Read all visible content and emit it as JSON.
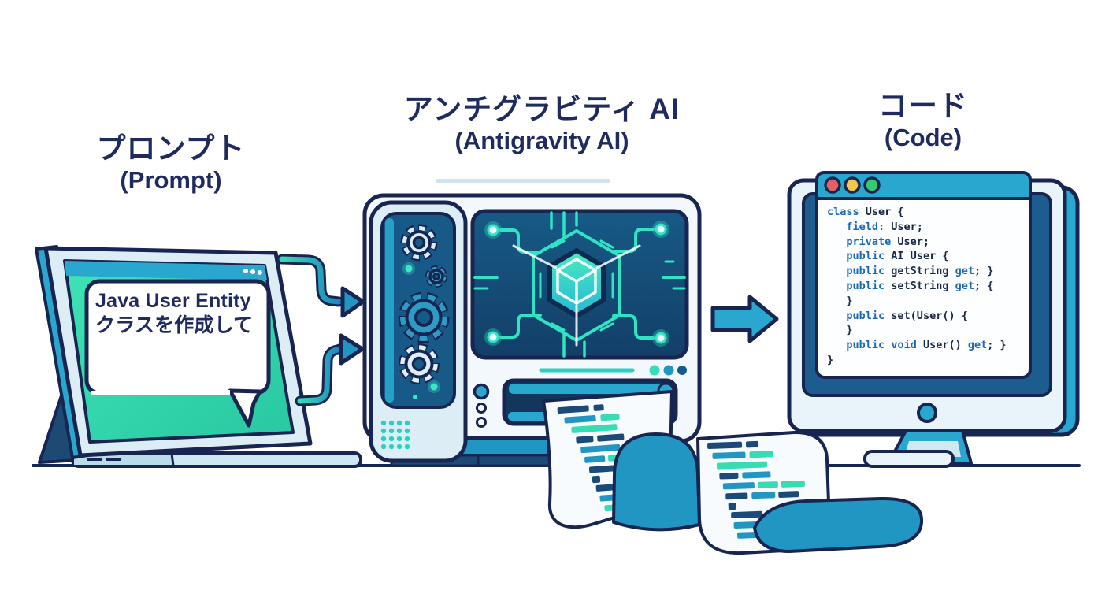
{
  "titles": {
    "prompt": {
      "ja": "プロンプト",
      "en": "(Prompt)"
    },
    "ai": {
      "ja": "アンチグラビティ AI",
      "en": "(Antigravity AI)"
    },
    "code": {
      "ja": "コード",
      "en": "(Code)"
    }
  },
  "prompt_bubble": {
    "line1": "Java User Entity",
    "line2": "クラスを作成して"
  },
  "code_window": {
    "lines": [
      [
        {
          "t": "class",
          "c": "kw"
        },
        {
          "t": " User {",
          "c": "pl"
        }
      ],
      [
        {
          "t": "   ",
          "c": "pl"
        },
        {
          "t": "field:",
          "c": "kw"
        },
        {
          "t": " User;",
          "c": "pl"
        }
      ],
      [
        {
          "t": "   ",
          "c": "pl"
        },
        {
          "t": "private",
          "c": "kw"
        },
        {
          "t": " User;",
          "c": "pl"
        }
      ],
      [
        {
          "t": "   ",
          "c": "pl"
        },
        {
          "t": "public",
          "c": "kw"
        },
        {
          "t": " AI User {",
          "c": "pl"
        }
      ],
      [
        {
          "t": "   ",
          "c": "pl"
        },
        {
          "t": "public",
          "c": "kw"
        },
        {
          "t": " getString ",
          "c": "pl"
        },
        {
          "t": "get",
          "c": "kw"
        },
        {
          "t": "; }",
          "c": "pl"
        }
      ],
      [
        {
          "t": "   ",
          "c": "pl"
        },
        {
          "t": "public",
          "c": "kw"
        },
        {
          "t": " setString ",
          "c": "pl"
        },
        {
          "t": "get",
          "c": "kw"
        },
        {
          "t": "; {",
          "c": "pl"
        }
      ],
      [
        {
          "t": "   }",
          "c": "pl"
        }
      ],
      [
        {
          "t": "   ",
          "c": "pl"
        },
        {
          "t": "public",
          "c": "kw"
        },
        {
          "t": " set(User() {",
          "c": "pl"
        }
      ],
      [
        {
          "t": "   }",
          "c": "pl"
        }
      ],
      [
        {
          "t": "   ",
          "c": "pl"
        },
        {
          "t": "public",
          "c": "kw"
        },
        {
          "t": " ",
          "c": "pl"
        },
        {
          "t": "void",
          "c": "kw"
        },
        {
          "t": " User() ",
          "c": "pl"
        },
        {
          "t": "get",
          "c": "kw"
        },
        {
          "t": "; }",
          "c": "pl"
        }
      ],
      [
        {
          "t": "}",
          "c": "pl"
        }
      ]
    ]
  },
  "icons": {
    "traffic_lights": [
      "red",
      "yellow",
      "green"
    ],
    "machine": [
      "gear-icon",
      "cube-icon",
      "circuit-traces",
      "glow-dot"
    ],
    "arrows": [
      "elbow-arrow",
      "elbow-arrow",
      "block-arrow"
    ]
  },
  "palette": {
    "ink": "#182550",
    "title_navy": "#1f2a5e",
    "cyan": "#29a7cf",
    "teal": "#2196c2",
    "mint": "#35dcb4",
    "trace": "#2fe3c3",
    "ice": "#dcedf6",
    "ice_light": "#f2f8fb",
    "panel_blue": "#175a88",
    "deep_bar": "#1b4a78",
    "navy_fill": "#12365c",
    "kw_blue": "#1b67b3",
    "code_ink": "#182743",
    "underline_blue": "#cfe4f0",
    "red": "#e85f5f",
    "yellow": "#f3c64a",
    "green": "#36c96e",
    "paper": "#f7fbfd",
    "stand_dark": "#1c4a74",
    "base_light": "#cfe7f2",
    "glow": "#3ae8c4"
  }
}
